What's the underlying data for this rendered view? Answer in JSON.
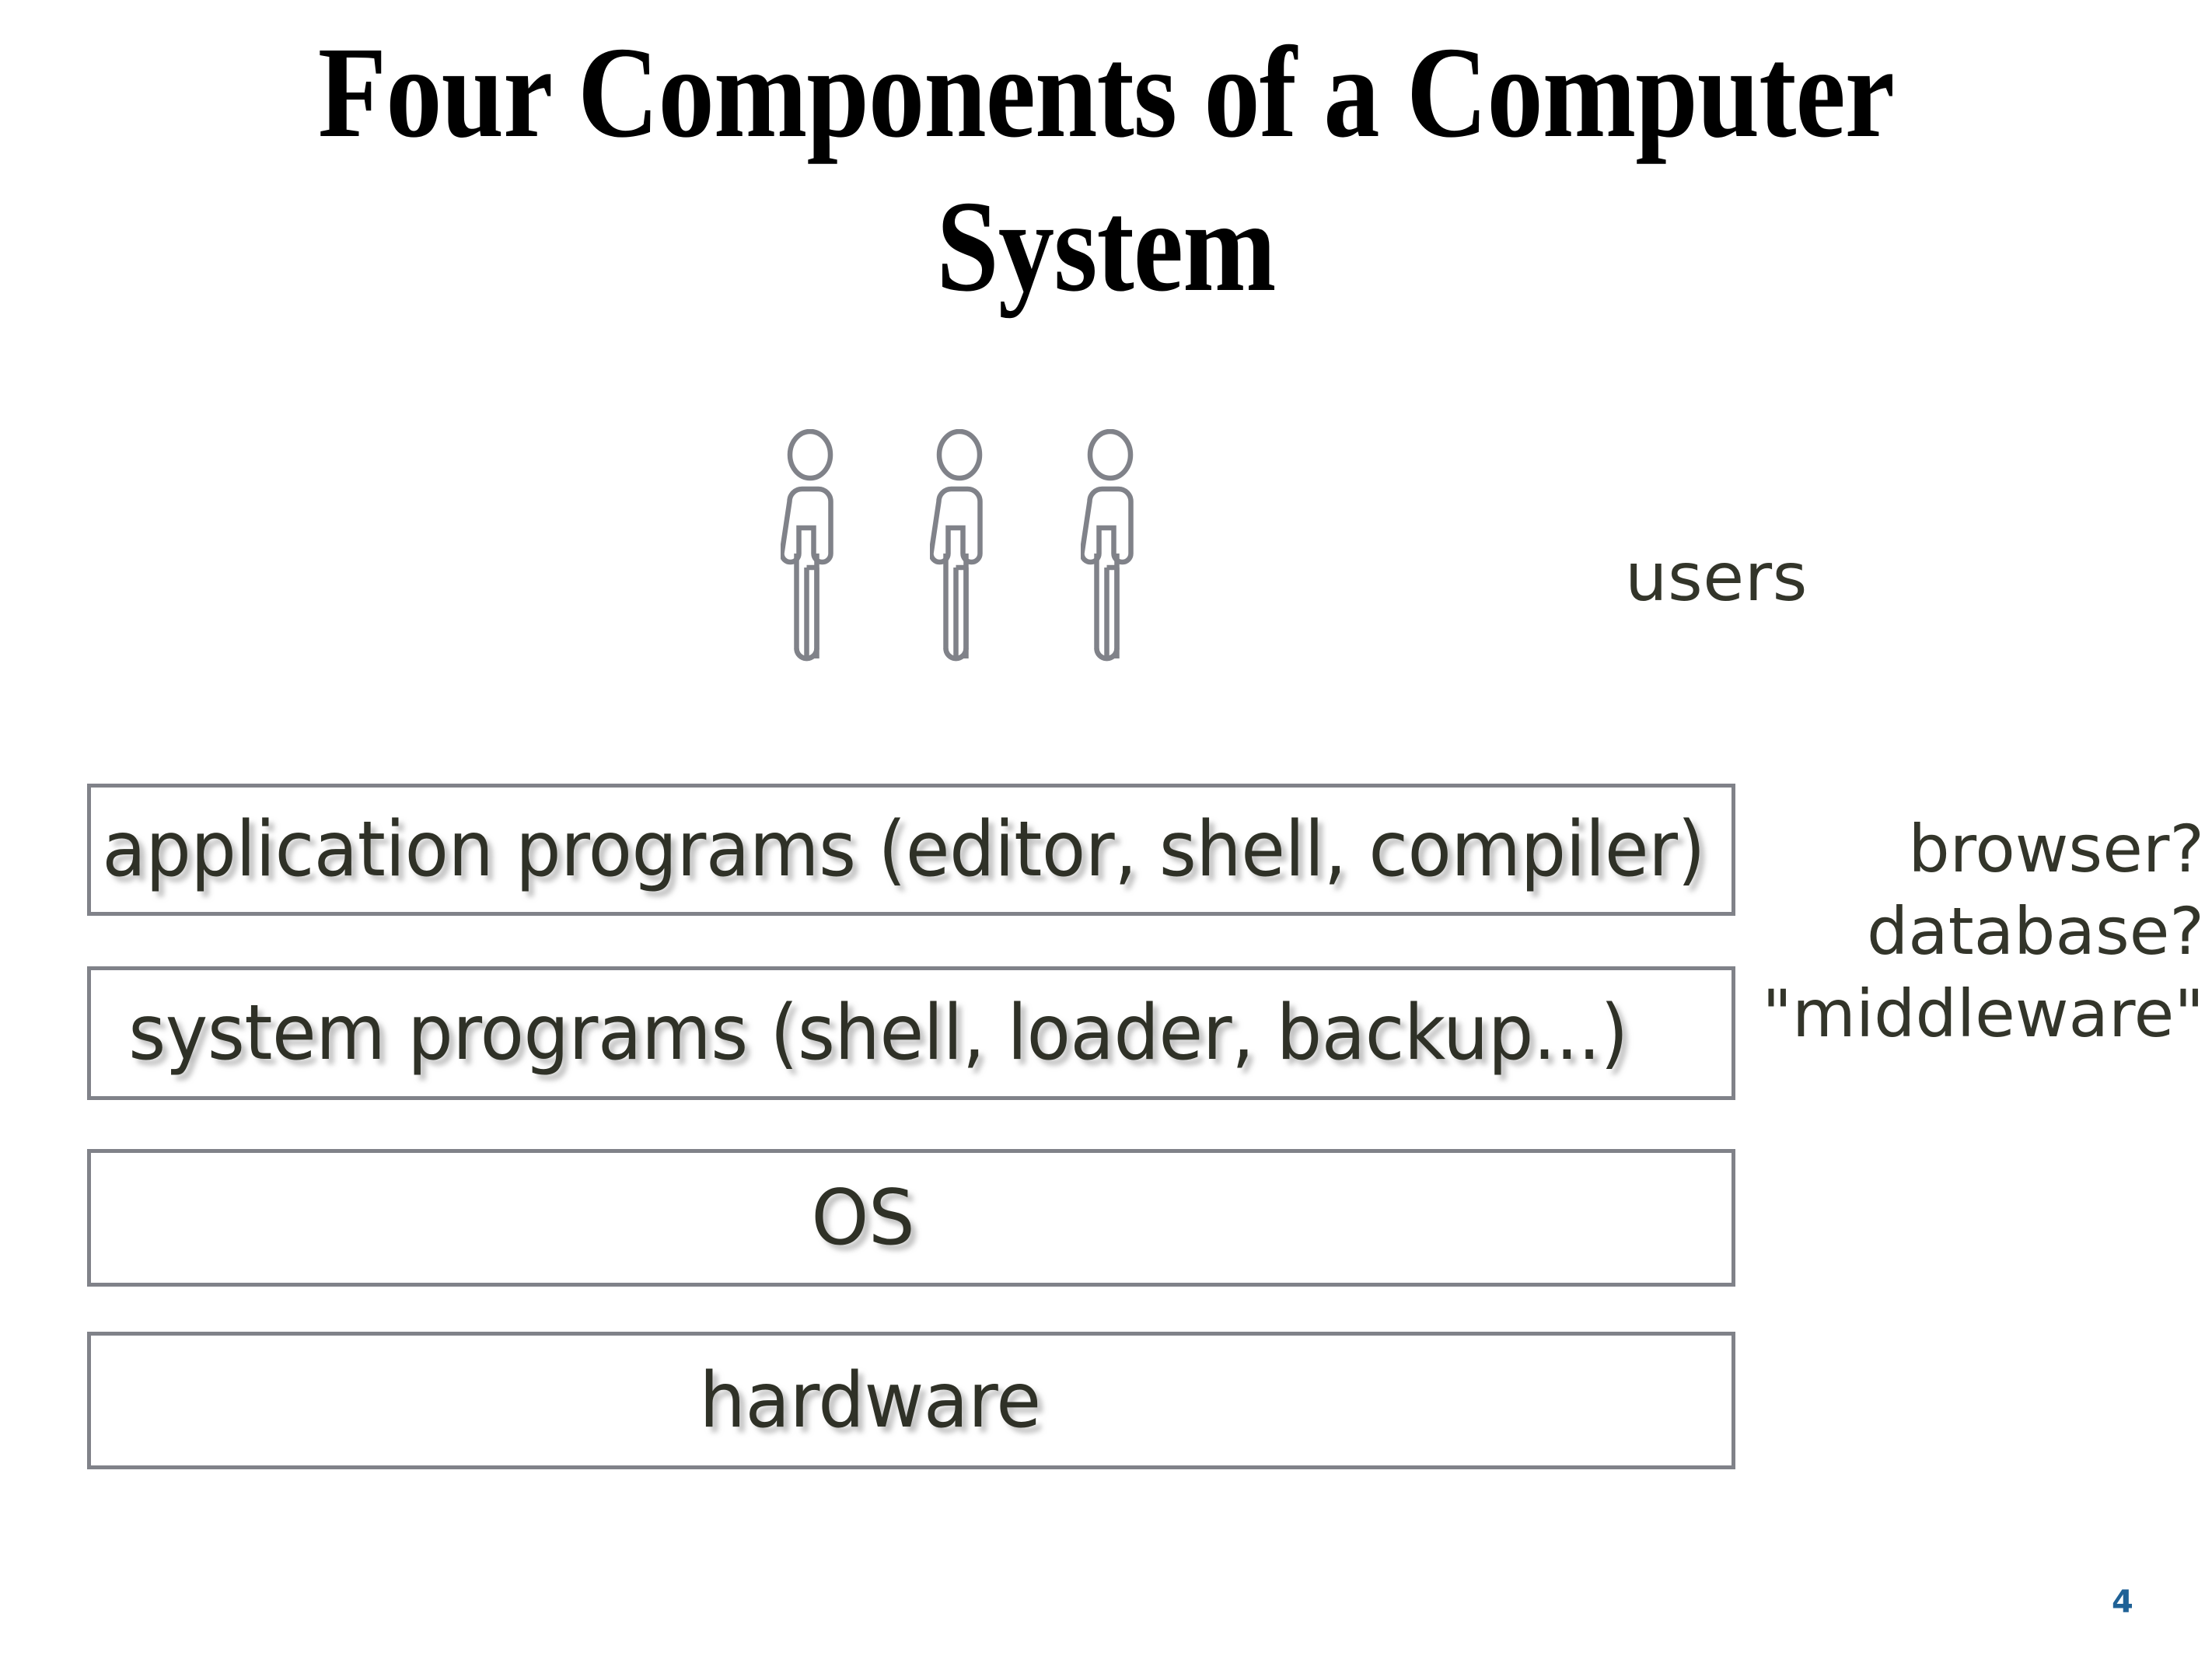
{
  "slide": {
    "title": "Four Components of a Computer\nSystem",
    "page_number": "4",
    "page_number_color": "#1F6196",
    "background_color": "#FFFFFF"
  },
  "users": {
    "label": "users",
    "figure_color": "#808289",
    "figure_count": 3,
    "figures": [
      {
        "name": "user-figure-1"
      },
      {
        "name": "user-figure-2"
      },
      {
        "name": "user-figure-3"
      }
    ]
  },
  "stack": {
    "box_border_color": "#808289",
    "box_fill_color": "#FFFFFF",
    "text_color": "#2F3127",
    "layers": [
      {
        "id": "application-programs",
        "label": "application programs (editor, shell, compiler)"
      },
      {
        "id": "system-programs",
        "label": "system programs (shell, loader, backup...)"
      },
      {
        "id": "os",
        "label": "OS"
      },
      {
        "id": "hardware",
        "label": "hardware"
      }
    ]
  },
  "annotations": {
    "text_color": "#33352A",
    "middleware_notes": [
      "browser?",
      "database?",
      "\"middleware\""
    ]
  }
}
